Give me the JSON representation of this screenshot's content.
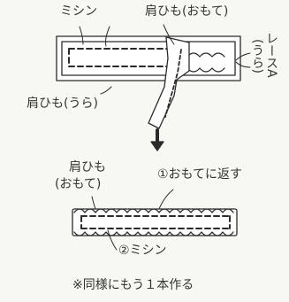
{
  "top": {
    "label_sewing": "ミシン",
    "label_strap_front": "肩ひも(おもて)",
    "label_strap_back": "肩ひも(うら)",
    "label_lace_reverse": "(うら)",
    "label_lace_a": "レースA"
  },
  "bottom": {
    "label_strap": "肩ひも",
    "label_front": "(おもて)",
    "label_step1": "①おもてに返す",
    "label_step2": "②ミシン"
  },
  "footer": {
    "note": "※同様にもう１本作る"
  },
  "colors": {
    "line": "#2b2b2b",
    "fill": "#ffffff",
    "background": "#f7f7f4"
  }
}
